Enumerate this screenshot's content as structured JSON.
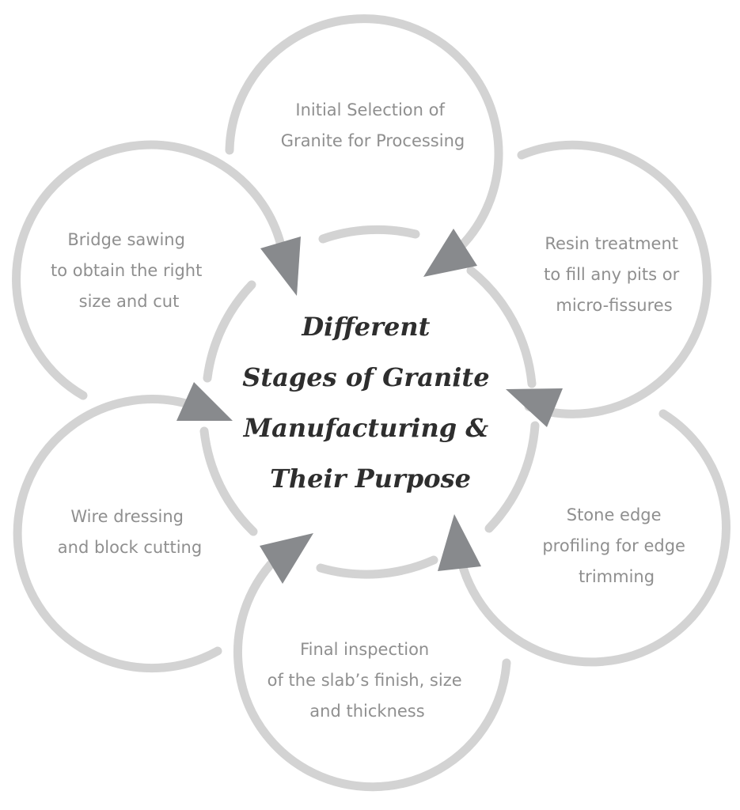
{
  "title": {
    "lines": [
      "Different",
      "Stages of Granite",
      "Manufacturing &",
      "Their Purpose"
    ]
  },
  "stages": [
    {
      "lines": [
        "Initial Selection of",
        "Granite for Processing"
      ]
    },
    {
      "lines": [
        "Resin treatment",
        "to fill any pits or",
        "micro-fissures"
      ]
    },
    {
      "lines": [
        "Stone edge",
        "profiling for edge",
        "trimming"
      ]
    },
    {
      "lines": [
        "Final inspection",
        "of the slab’s finish, size",
        "and thickness"
      ]
    },
    {
      "lines": [
        "Wire dressing",
        "and block cutting"
      ]
    },
    {
      "lines": [
        "Bridge sawing",
        "to obtain the right",
        "size and cut"
      ]
    }
  ],
  "colors": {
    "ring": "#d3d3d3",
    "arrow": "#888a8d",
    "stage_text": "#8f8f8f",
    "title_text": "#2e2e2e"
  }
}
